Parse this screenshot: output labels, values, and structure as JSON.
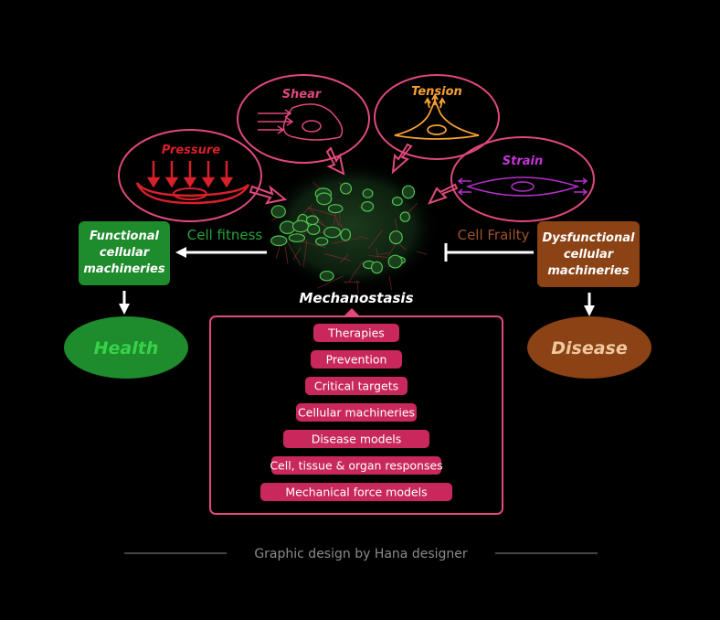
{
  "forces": {
    "pressure": {
      "label": "Pressure",
      "color": "#d8202a"
    },
    "shear": {
      "label": "Shear",
      "color": "#e0497a"
    },
    "tension": {
      "label": "Tension",
      "color": "#f5a030"
    },
    "strain": {
      "label": "Strain",
      "color": "#b530c8"
    }
  },
  "center": {
    "label": "Mechanostasis"
  },
  "left": {
    "arrow_label": "Cell fitness",
    "box_lines": [
      "Functional",
      "cellular",
      "machineries"
    ],
    "outcome": "Health",
    "color": "#1e8b2c"
  },
  "right": {
    "arrow_label": "Cell Frailty",
    "box_lines": [
      "Dysfunctional",
      "cellular",
      "machineries"
    ],
    "outcome": "Disease",
    "color": "#8b4214"
  },
  "pyramid": [
    "Therapies",
    "Prevention",
    "Critical targets",
    "Cellular machineries",
    "Disease models",
    "Cell, tissue & organ responses",
    "Mechanical force models"
  ],
  "colors": {
    "accent": "#e0497a",
    "pyramid_fill": "#c8285c",
    "credit": "#8a8a8a"
  },
  "credit": "Graphic design by Hana designer"
}
